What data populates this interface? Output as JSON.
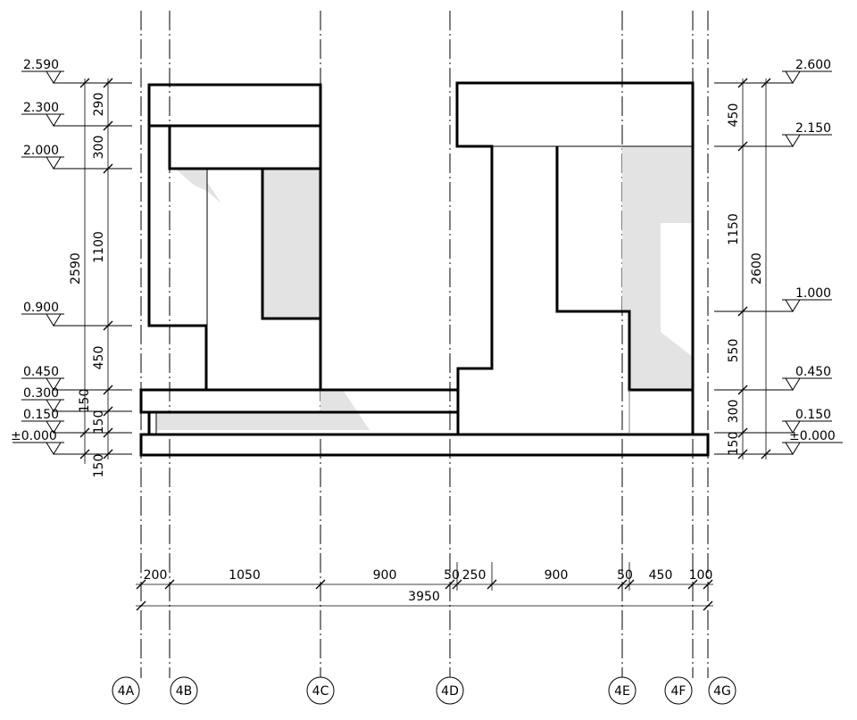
{
  "grid_axes": [
    "4A",
    "4B",
    "4C",
    "4D",
    "4E",
    "4F",
    "4G"
  ],
  "levels_left": [
    "2.590",
    "2.300",
    "2.000",
    "0.900",
    "0.450",
    "0.300",
    "0.150",
    "±0.000"
  ],
  "levels_right": [
    "2.600",
    "2.150",
    "1.000",
    "0.450",
    "0.150",
    "±0.000"
  ],
  "dims_left_inner": [
    "290",
    "300",
    "1100",
    "450",
    "150",
    "150"
  ],
  "dims_left_overall": [
    "2590",
    "150"
  ],
  "dims_right_inner": [
    "450",
    "1150",
    "550",
    "300",
    "150"
  ],
  "dims_right_overall": [
    "2600"
  ],
  "dims_bottom_chain": [
    "200",
    "1050",
    "900",
    "50",
    "250",
    "900",
    "50",
    "450",
    "100"
  ],
  "dims_bottom_total": [
    "3950"
  ]
}
